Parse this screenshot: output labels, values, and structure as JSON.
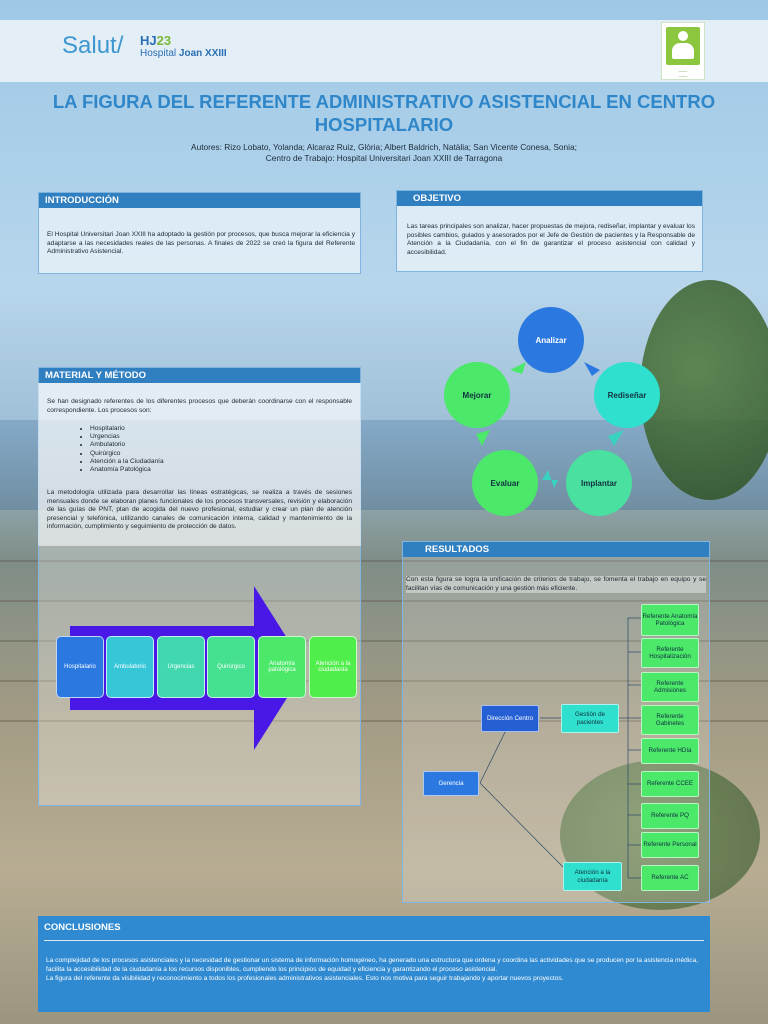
{
  "header": {
    "salut": "Salut/",
    "hj": "HJ",
    "hj_num": "23",
    "hospital_prefix": "Hospital ",
    "hospital_name": "Joan XXIII"
  },
  "title": "LA FIGURA DEL REFERENTE ADMINISTRATIVO ASISTENCIAL EN CENTRO HOSPITALARIO",
  "authors_line": "Autores: Rizo Lobato, Yolanda; Alcaraz Ruiz, Glòria; Albert Baldrich, Natàlia; San Vicente Conesa, Sonia;",
  "workplace_line": "Centro de Trabajo: Hospital Universitari Joan XXIII de Tarragona",
  "introduccion": {
    "heading": "INTRODUCCIÓN",
    "text": "El Hospital Universitari Joan XXIII ha adoptado la gestión por procesos, que busca mejorar la eficiencia y adaptarse a las necesidades reales de las personas. A finales de 2022 se creó la figura del Referente Administrativo Asistencial."
  },
  "objetivo": {
    "heading": "OBJETIVO",
    "text": "Las tareas principales son analizar, hacer propuestas de mejora, rediseñar, implantar y evaluar los posibles cambios, guiados y asesorados por el Jefe de Gestión de pacientes y la Responsable de Atención a la Ciudadanía, con el fin de garantizar el proceso asistencial con calidad y accesibilidad."
  },
  "cycle": [
    "Analizar",
    "Rediseñar",
    "Implantar",
    "Evaluar",
    "Mejorar"
  ],
  "material": {
    "heading": "MATERIAL Y MÉTODO",
    "intro": "Se han designado referentes de los diferentes procesos que deberán coordinarse con el responsable correspondiente. Los procesos son:",
    "bullets": [
      "Hospitalario",
      "Urgencias",
      "Ambulatorio",
      "Quirúrgico",
      "Atención a la Ciudadanía",
      "Anatomía Patológica"
    ],
    "method": "La metodología utilizada para desarrollar las líneas estratégicas, se realiza a través de sesiones mensuales donde se elaboran planes funcionales de los procesos transversales, revisión y elaboración de las guías de PNT, plan de acogida del nuevo profesional, estudiar y crear un plan de atención presencial y telefónica, utilizando canales de comunicación interna, calidad y mantenimiento de la información, cumplimiento y seguimiento de protección de datos."
  },
  "process_flow": [
    "Hospitalario",
    "Ambulatorio",
    "Urgencias",
    "Quirúrgico",
    "Anatomía patológica",
    "Atención a la ciudadanía"
  ],
  "resultados": {
    "heading": "RESULTADOS",
    "text": "Con esta figura se logra la unificación de criterios de trabajo, se fomenta el trabajo en equipo y se facilitan vías de comunicación y una gestión más eficiente.",
    "org": {
      "gerencia": "Gerencia",
      "direccion": "Dirección Centro",
      "gestion": "Gestión de pacientes",
      "atencion": "Atención a la ciudadanía",
      "referentes": [
        "Referente Anatomía Patológica",
        "Referente Hospitalización",
        "Referente Admisiones",
        "Referente Gabinetes",
        "Referente HDía",
        "Referente CCEE",
        "Referente PQ",
        "Referente Personal",
        "Referente AC"
      ]
    }
  },
  "conclusiones": {
    "heading": "CONCLUSIONES",
    "text1": "La complejidad de los procesos asistenciales y la necesidad de gestionar un sistema de información homogéneo, ha generado una estructura que ordena y coordina las actividades que se producen por la asistencia médica, facilita la accesibilidad de la ciudadanía a los recursos disponibles, cumpliendo los principios de equidad y eficiencia y garantizando el proceso asistencial.",
    "text2": "La figura del referente da visibilidad y reconocimiento a todos los profesionales administrativos asistenciales. Esto nos motiva para seguir trabajando y aportar nuevos proyectos."
  },
  "colors": {
    "accent": "#2f7fc1",
    "title": "#2f86c8",
    "node_blue": "#2b79e0",
    "node_green": "#4be86a"
  }
}
